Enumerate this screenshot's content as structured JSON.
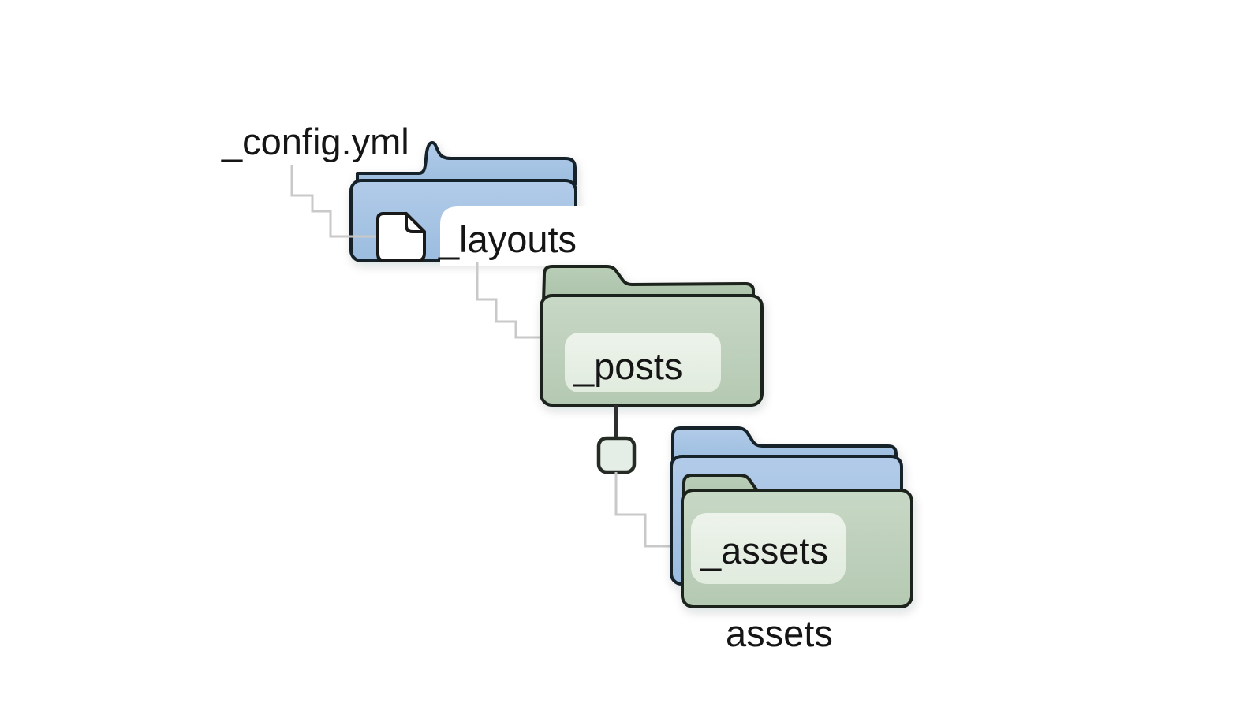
{
  "diagram": {
    "title": "folder structure diagram",
    "labels": {
      "config_file": "_config.yml",
      "layouts_folder": "_layouts",
      "posts_folder": "_posts",
      "assets_folder": "_assets",
      "assets_caption": "assets"
    },
    "connections": [
      {
        "from": "_config.yml",
        "to": "_layouts"
      },
      {
        "from": "_layouts",
        "to": "_posts"
      },
      {
        "from": "_posts",
        "to": "assets"
      }
    ],
    "icons": {
      "file_icon": "document-with-folded-corner",
      "layouts_icon": "blue-folder",
      "posts_icon": "green-folder",
      "assets_icon": "stacked-blue-and-green-folders",
      "tree_node": "small-rounded-square-connector"
    },
    "colors": {
      "background": "#ffffff",
      "blue_top": "#b2cbe9",
      "blue_bottom": "#9cbddf",
      "green_top": "#c8d8c6",
      "green_bottom": "#b4c9b2",
      "green_tab_top": "#b9cdb7",
      "green_tab_bottom": "#aac2a8",
      "label_plate_top": "#edf3eb",
      "label_plate_bottom": "#e1ebde",
      "connector_square_fill": "#e5eee6",
      "file_fill": "#ffffff",
      "line_gray": "#c9c9c9",
      "line_dark": "#2e2e2e",
      "text": "#151515"
    }
  }
}
